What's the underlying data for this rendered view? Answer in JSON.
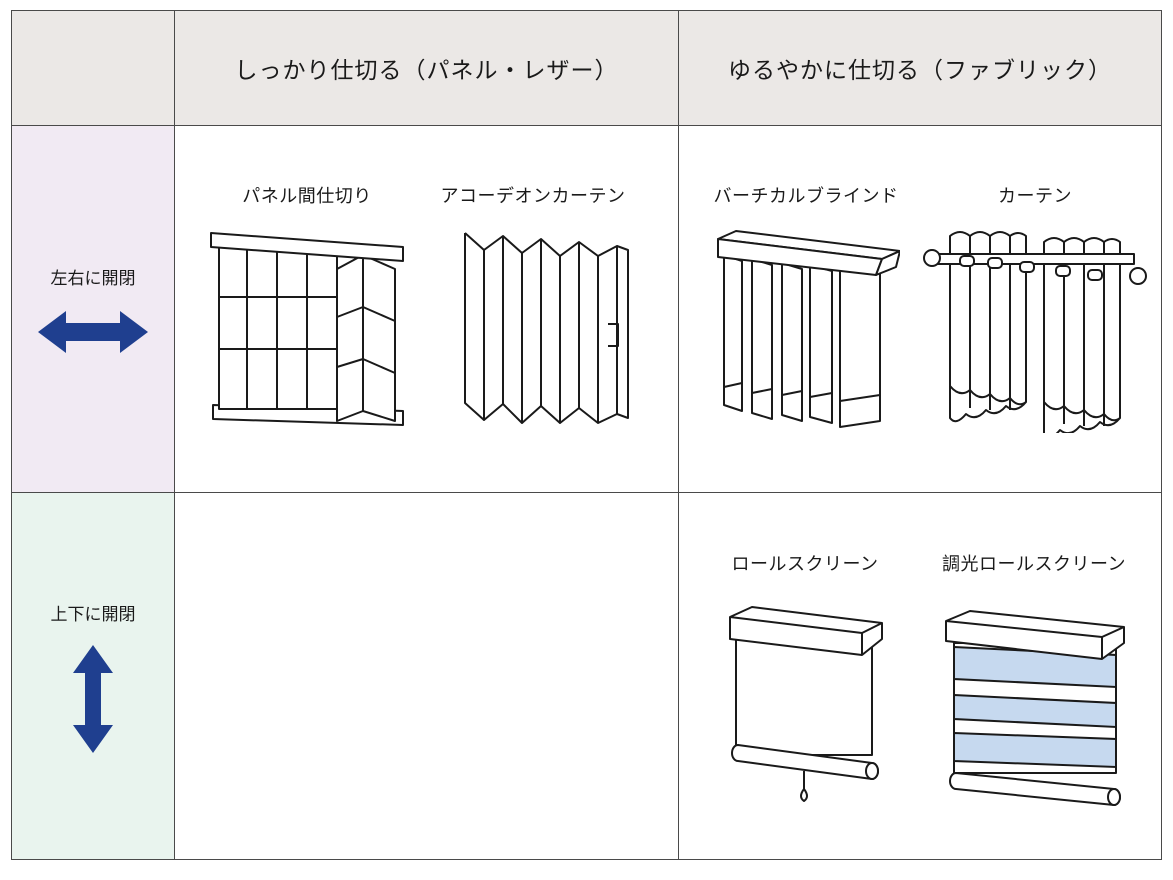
{
  "header": {
    "col1": "しっかり仕切る（パネル・レザー）",
    "col2": "ゆるやかに仕切る（ファブリック）"
  },
  "rows": {
    "horizontal": {
      "label": "左右に開閉",
      "arrow_color": "#1f3f8f",
      "bg": "#f1eaf3",
      "icon": "double-horizontal-arrow-icon"
    },
    "vertical": {
      "label": "上下に開閉",
      "arrow_color": "#1f3f8f",
      "bg": "#e9f4ee",
      "icon": "double-vertical-arrow-icon"
    }
  },
  "items": {
    "panel_partition": "パネル間仕切り",
    "accordion_curtain": "アコーデオンカーテン",
    "vertical_blind": "バーチカルブラインド",
    "curtain": "カーテン",
    "roll_screen": "ロールスクリーン",
    "dimming_roll_screen": "調光ロールスクリーン"
  },
  "colors": {
    "header_bg": "#ebe8e6",
    "stripe": "#c6d9ef",
    "border": "#4a4a4a"
  }
}
